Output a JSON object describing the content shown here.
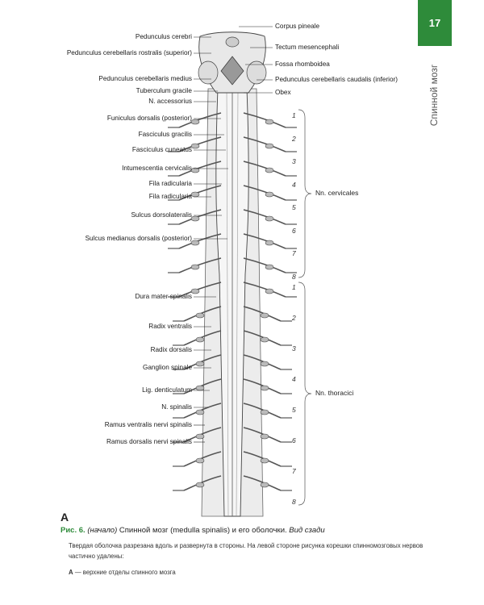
{
  "page": {
    "number": "17",
    "running_head": "Спинной мозг"
  },
  "figure": {
    "letter": "А",
    "left_labels": [
      "Pedunculus cerebri",
      "Pedunculus cerebellaris rostralis (superior)",
      "Pedunculus cerebellaris medius",
      "Tuberculum gracile",
      "N. accessorius",
      "Funiculus dorsalis (posterior)",
      "Fasciculus gracilis",
      "Fasciculus cuneatus",
      "Intumescentia cervicalis",
      "Fila radicularia",
      "Fila radicularia",
      "Sulcus dorsolateralis",
      "Sulcus medianus dorsalis (posterior)",
      "Dura mater spinalis",
      "Radix ventralis",
      "Radix dorsalis",
      "Ganglion spinale",
      "Lig. denticulatum",
      "N. spinalis",
      "Ramus ventralis nervi spinalis",
      "Ramus dorsalis nervi spinalis"
    ],
    "right_labels": [
      "Corpus pineale",
      "Tectum mesencephali",
      "Fossa rhomboidea",
      "Pedunculus cerebellaris caudalis (inferior)",
      "Obex"
    ],
    "cervical_segments": [
      "1",
      "2",
      "3",
      "4",
      "5",
      "6",
      "7",
      "8"
    ],
    "thoracic_segments": [
      "1",
      "2",
      "3",
      "4",
      "5",
      "6",
      "7",
      "8"
    ],
    "cervical_group_label": "Nn. cervicales",
    "thoracic_group_label": "Nn. thoracici"
  },
  "caption": {
    "fig_number": "Рис. 6.",
    "start_note": "(начало)",
    "title": "Спинной мозг (medulla spinalis) и его оболочки.",
    "view": "Вид сзади",
    "description": "Твердая оболочка разрезана вдоль и развернута в стороны. На левой стороне рисунка корешки спинномозговых нервов частично удалены:",
    "legend_key": "А",
    "legend_text": "— верхние отделы спинного мозга"
  }
}
